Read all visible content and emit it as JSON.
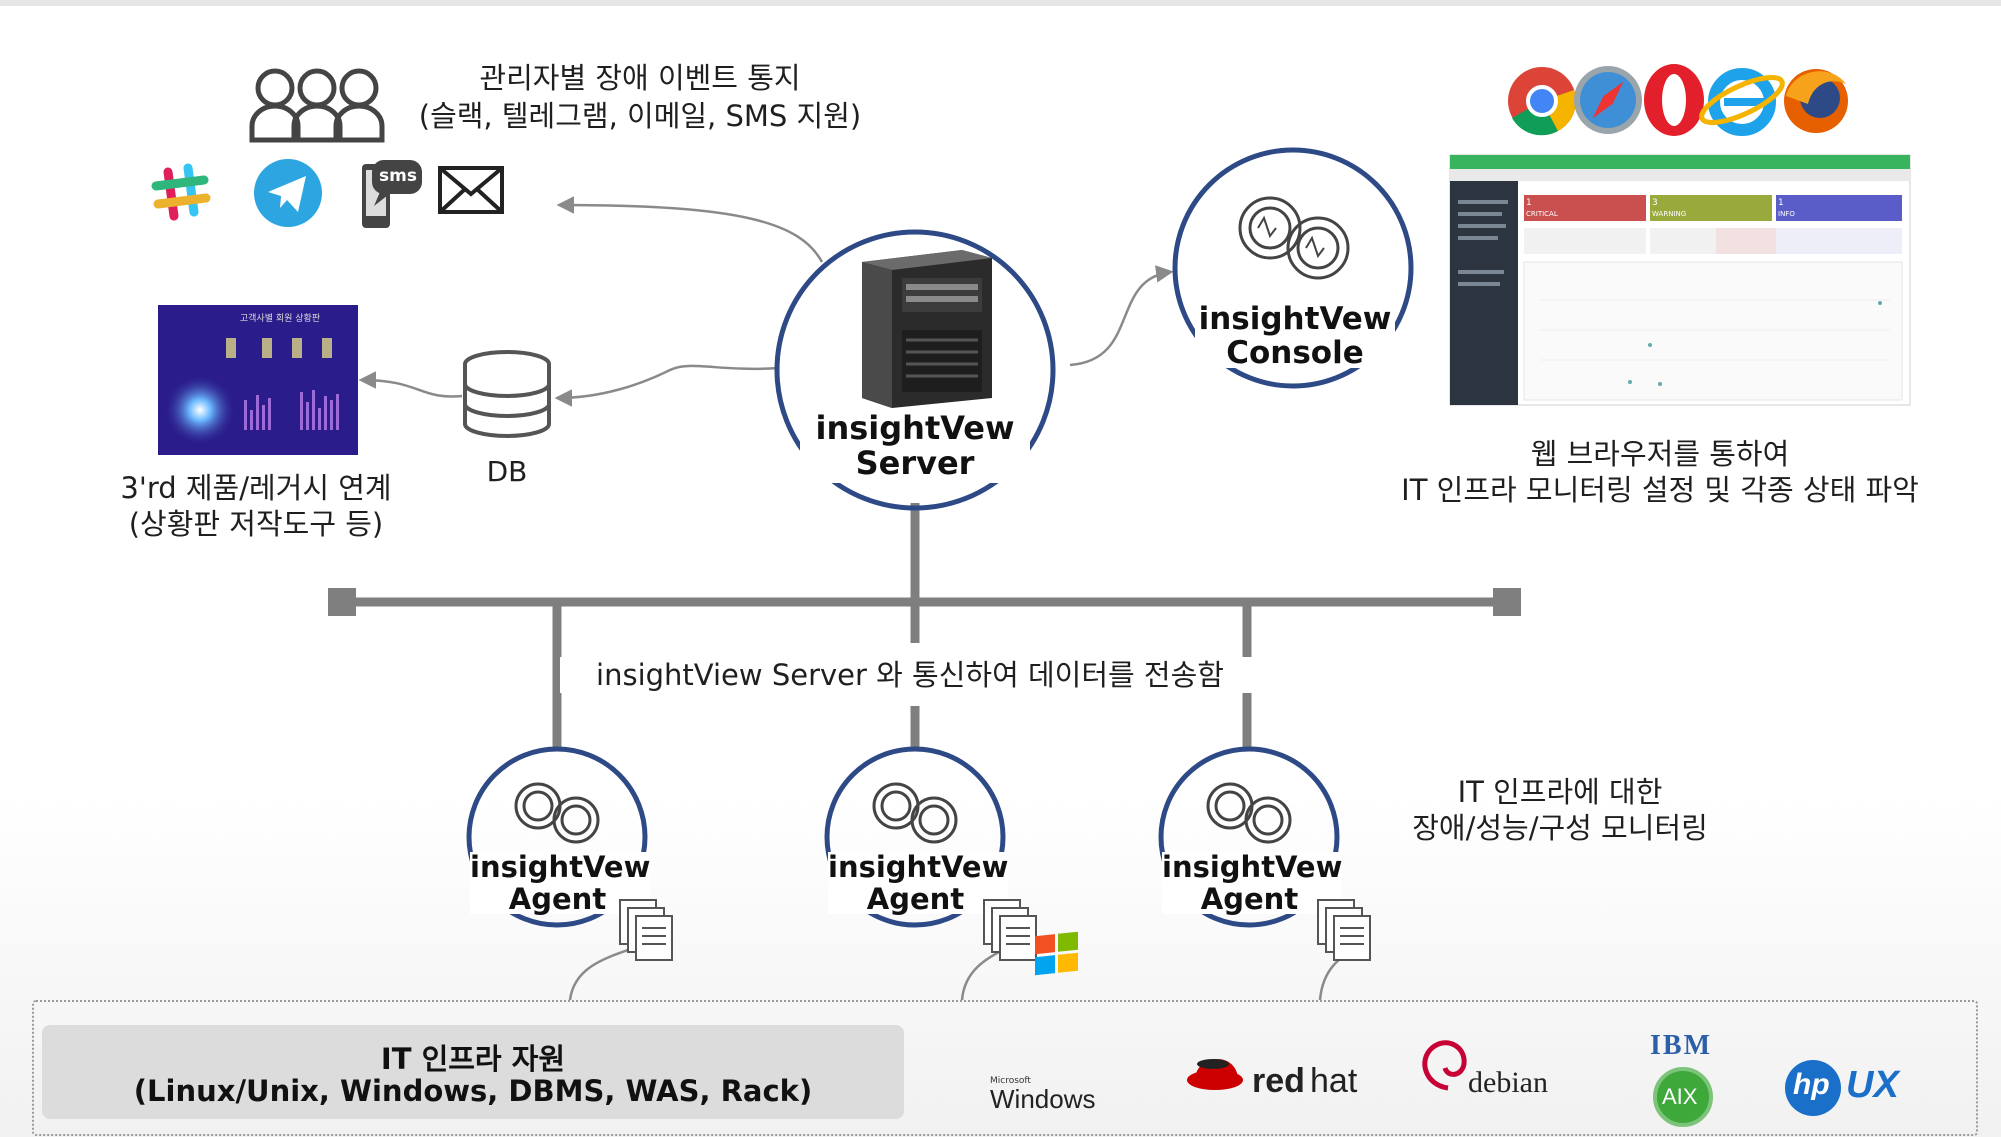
{
  "notify": {
    "line1": "관리자별 장애 이벤트 통지",
    "line2": "(슬랙, 텔레그램, 이메일, SMS 지원)",
    "sms_icon_text": "sms"
  },
  "thirdparty": {
    "line1": "3'rd 제품/레거시 연계",
    "line2": "(상황판 저작도구 등)",
    "screen_title": "고객사별 회원 상황판"
  },
  "db": {
    "label": "DB"
  },
  "server": {
    "line1": "insightVew",
    "line2": "Server"
  },
  "console": {
    "line1": "insightVew",
    "line2": "Console",
    "cards": [
      {
        "num": "1",
        "label": "CRITICAL",
        "color": "#c9504f"
      },
      {
        "num": "3",
        "label": "WARNING",
        "color": "#9aa93c"
      },
      {
        "num": "1",
        "label": "INFO",
        "color": "#5a5cc7"
      }
    ]
  },
  "browser": {
    "line1": "웹 브라우저를 통하여",
    "line2": "IT 인프라 모니터링 설정 및 각종 상태 파악"
  },
  "bus_text": "insightView Server 와 통신하여 데이터를 전송함",
  "monitor": {
    "line1": "IT 인프라에 대한",
    "line2": "장애/성능/구성 모니터링"
  },
  "agents": [
    {
      "line1": "insightVew",
      "line2": "Agent"
    },
    {
      "line1": "insightVew",
      "line2": "Agent"
    },
    {
      "line1": "insightVew",
      "line2": "Agent"
    }
  ],
  "infra": {
    "line1": "IT 인프라 자원",
    "line2": "(Linux/Unix, Windows, DBMS, WAS, Rack)"
  },
  "os_logos": {
    "windows_small": "Microsoft",
    "windows": "Windows",
    "redhat_1": "red",
    "redhat_2": "hat",
    "debian": "debian",
    "ibm": "IBM",
    "aix": "AIX",
    "hp": "hp",
    "ux": "UX"
  },
  "colors": {
    "ring": "#2d4a86",
    "connector": "#8a8a8a",
    "bus": "#7f7f7f"
  }
}
